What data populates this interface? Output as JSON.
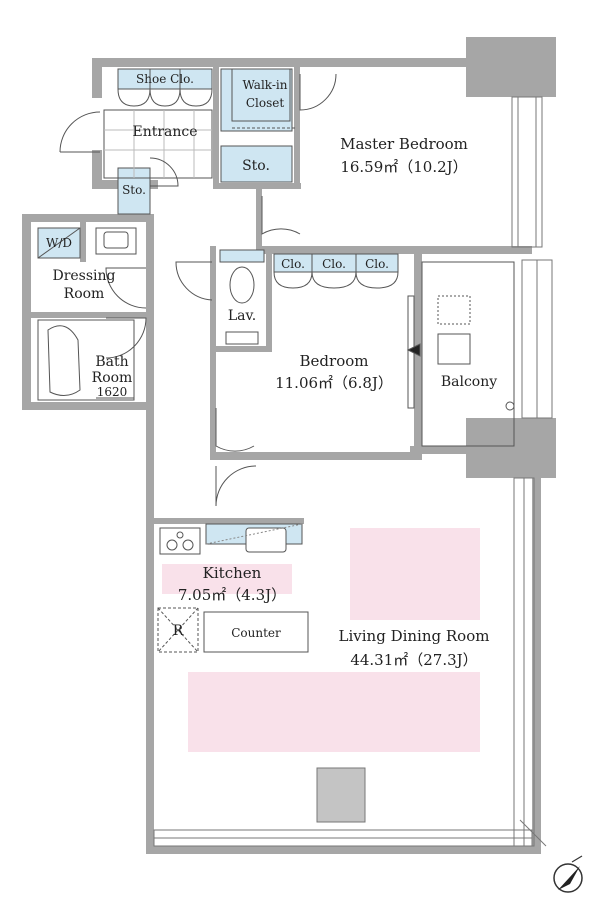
{
  "rooms": {
    "master_bedroom": {
      "name": "Master Bedroom",
      "area": "16.59㎡（10.2J）"
    },
    "bedroom": {
      "name": "Bedroom",
      "area": "11.06㎡（6.8J）"
    },
    "living_dining": {
      "name": "Living Dining Room",
      "area": "44.31㎡（27.3J）"
    },
    "kitchen": {
      "name": "Kitchen",
      "area": "7.05㎡（4.3J）"
    },
    "entrance": {
      "name": "Entrance"
    },
    "walk_in_closet": {
      "line1": "Walk-in",
      "line2": "Closet"
    },
    "shoe_closet": {
      "name": "Shoe Clo."
    },
    "storage_master": {
      "name": "Sto."
    },
    "storage_entrance": {
      "name": "Sto."
    },
    "washer_dryer": {
      "name": "W/D"
    },
    "dressing_room": {
      "line1": "Dressing",
      "line2": "Room"
    },
    "bath_room": {
      "line1": "Bath",
      "line2": "Room",
      "size": "1620"
    },
    "lavatory": {
      "name": "Lav."
    },
    "closets": [
      "Clo.",
      "Clo.",
      "Clo."
    ],
    "balcony": {
      "name": "Balcony"
    },
    "refrigerator": {
      "name": "R"
    },
    "counter": {
      "name": "Counter"
    }
  },
  "colors": {
    "wall": "#a6a6a6",
    "storage": "#cfe6f2",
    "furniture_zone": "#f9e1ea",
    "column": "#c4c4c4",
    "line": "#555555"
  }
}
